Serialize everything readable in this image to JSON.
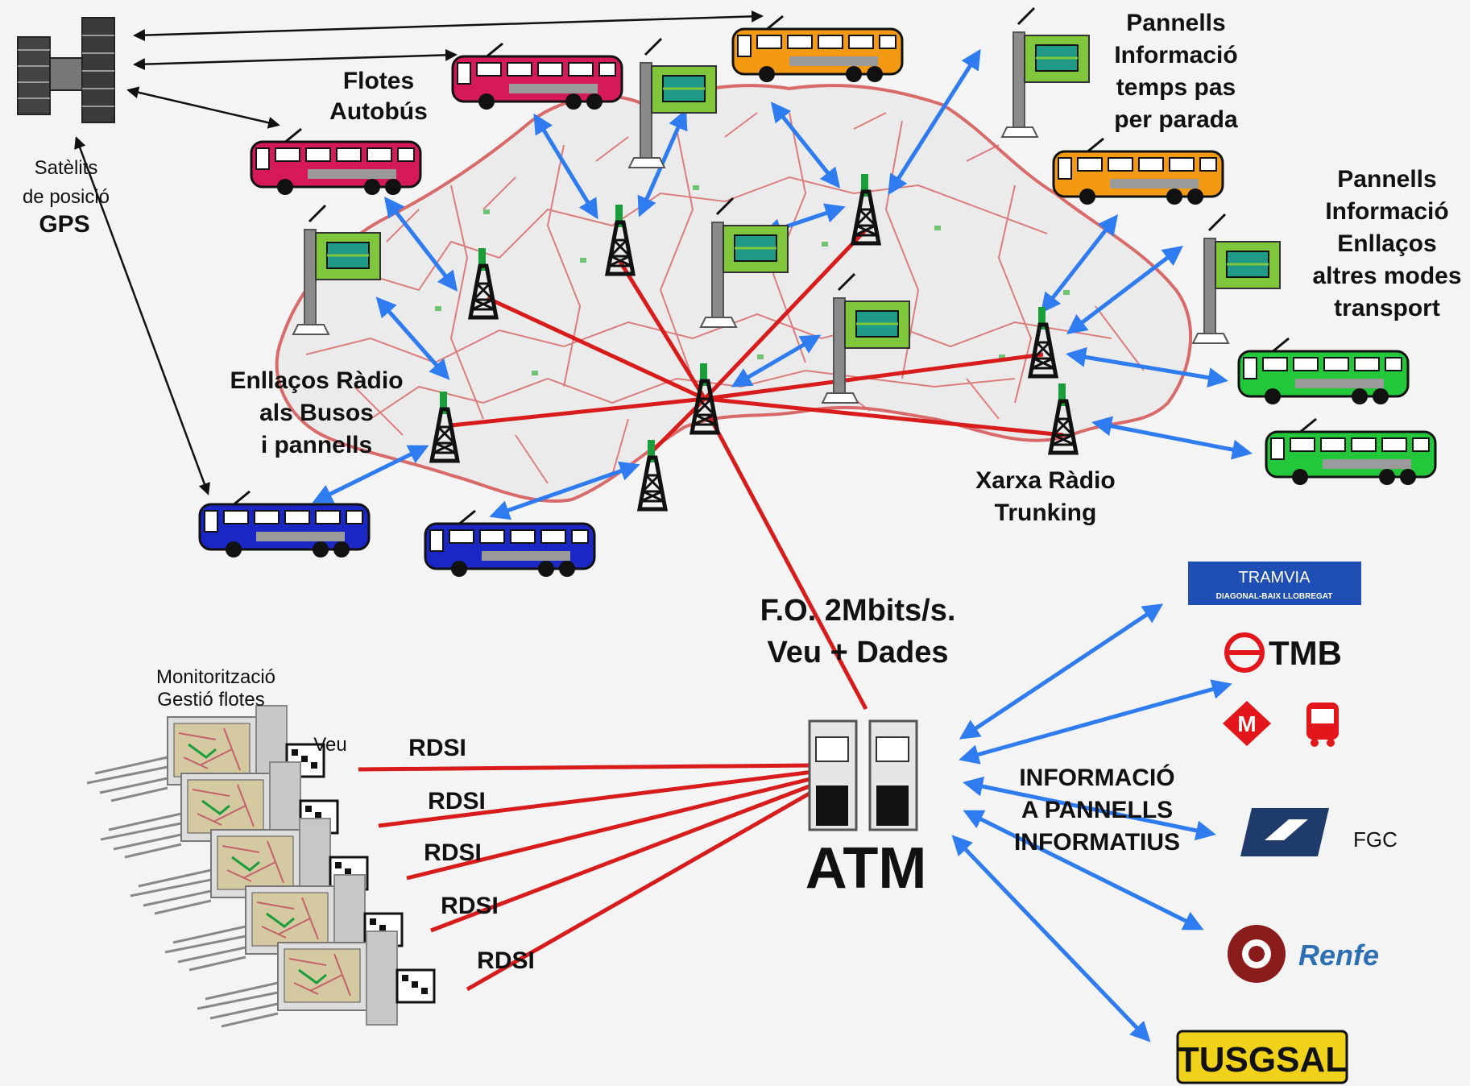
{
  "labels": {
    "flotes_autobus": [
      "Flotes",
      "Autobús"
    ],
    "pannells_temps": [
      "Pannells",
      "Informació",
      "temps pas",
      "per parada"
    ],
    "pannells_enllacos": [
      "Pannells",
      "Informació",
      "Enllaços",
      "altres modes",
      "transport"
    ],
    "satelits": [
      "Satèlits",
      "de posició"
    ],
    "gps": "GPS",
    "enllacos_radio": [
      "Enllaços Ràdio",
      "als Busos",
      "i pannells"
    ],
    "xarxa_radio": [
      "Xarxa Ràdio",
      "Trunking"
    ],
    "fo": [
      "F.O. 2Mbits/s.",
      "Veu + Dades"
    ],
    "monitoritzacio": [
      "Monitorització",
      "Gestió flotes"
    ],
    "veu": "Veu",
    "rdsi": [
      "RDSI",
      "RDSI",
      "RDSI",
      "RDSI",
      "RDSI"
    ],
    "atm": "ATM",
    "informacio": [
      "INFORMACIÓ",
      "A PANNELLS",
      "INFORMATIUS"
    ]
  },
  "operators": {
    "tramvia": [
      "TRAMVIA",
      "DIAGONAL-BAIX LLOBREGAT"
    ],
    "tmb": "TMB",
    "fgc": "FGC",
    "renfe": "Renfe",
    "tusgsal": "TUSGSAL"
  },
  "colors": {
    "bus_red": "#d6195a",
    "bus_orange": "#f39a12",
    "bus_green": "#22c73a",
    "bus_blue": "#1a27c4",
    "panel_green": "#7fc63b",
    "radio_link": "#d81c1c",
    "data_link": "#2f7bf0",
    "map_border": "#d96a6a"
  },
  "icons": [
    "satellite-icon",
    "bus-icon",
    "info-panel-icon",
    "radio-tower-icon",
    "workstation-icon",
    "server-icon"
  ]
}
